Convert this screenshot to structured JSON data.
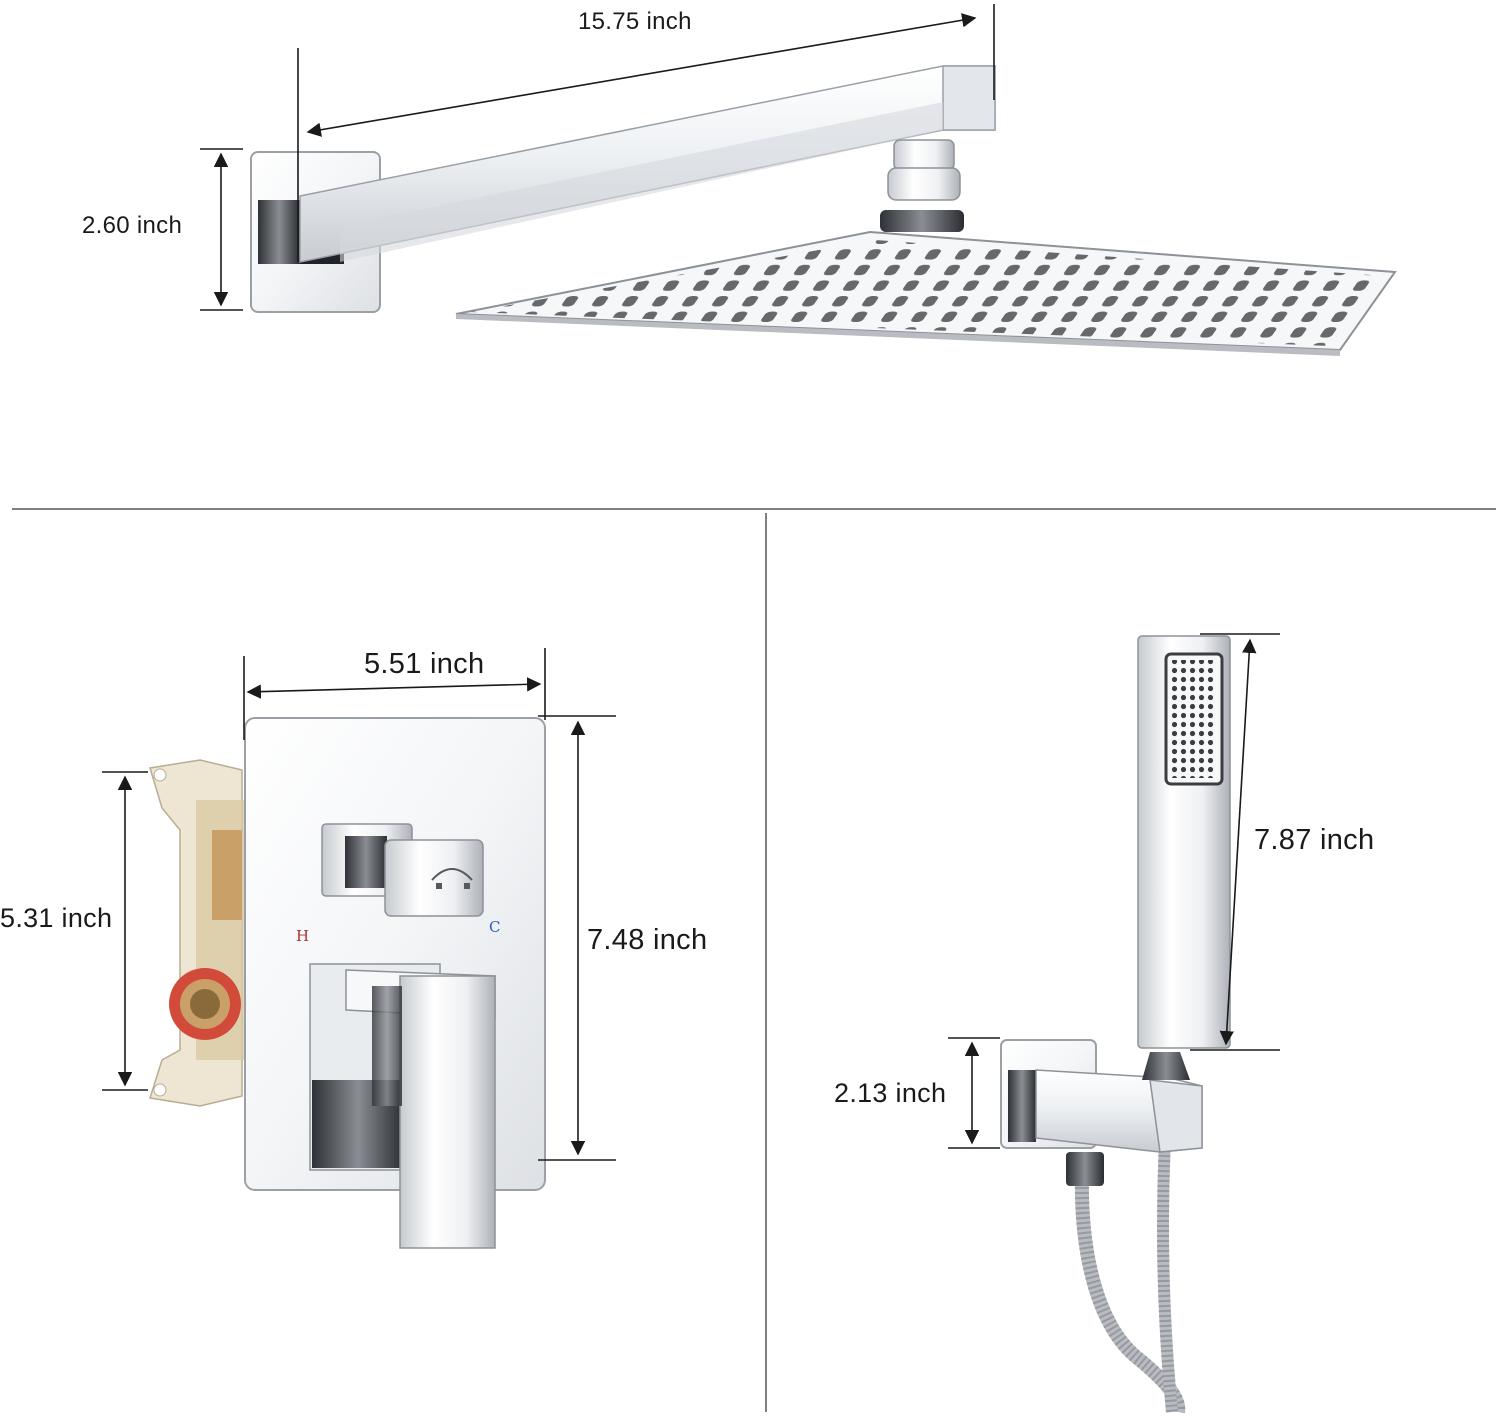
{
  "dimensions": {
    "arm_length": "15.75 inch",
    "wall_flange_height": "2.60 inch",
    "trim_plate_width": "5.51 inch",
    "valve_body_height": "5.31 inch",
    "trim_plate_height": "7.48 inch",
    "handheld_length": "7.87 inch",
    "holder_flange_height": "2.13 inch"
  },
  "valve_markings": {
    "hot": "H",
    "cold": "C"
  },
  "colors": {
    "background": "#ffffff",
    "chrome_light": "#f4f6f8",
    "chrome_dark": "#3a3d42",
    "nozzle": "#66686c",
    "hot_mark": "#b03030",
    "cold_mark": "#2a62b8",
    "valve_ring": "#d24a3a",
    "brass": "#c9a067",
    "divider": "#555555"
  }
}
